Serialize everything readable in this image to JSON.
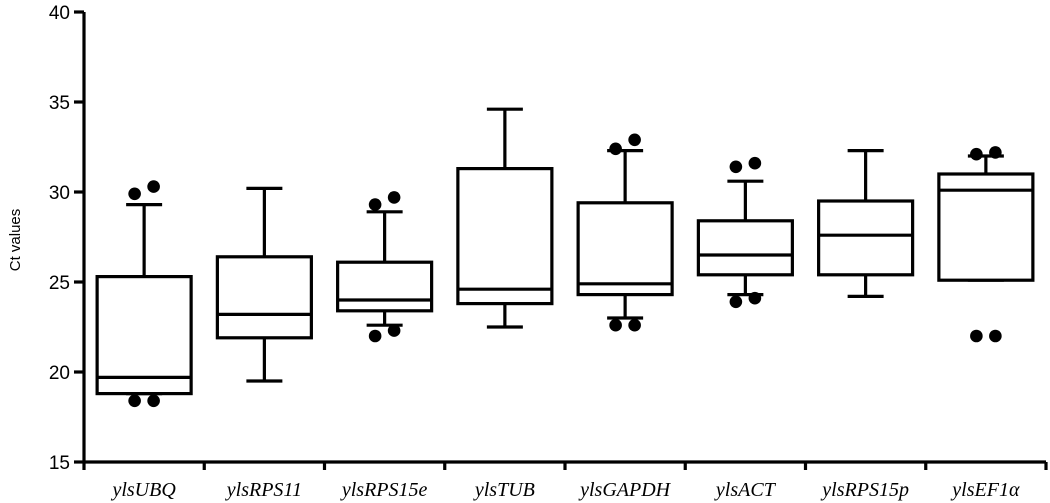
{
  "chart_data": {
    "type": "box",
    "title": "",
    "xlabel": "",
    "ylabel": "Ct values",
    "ylim": [
      15,
      40
    ],
    "yticks": [
      15,
      20,
      25,
      30,
      35,
      40
    ],
    "grid": false,
    "categories": [
      "ylsUBQ",
      "ylsRPS11",
      "ylsRPS15e",
      "ylsTUB",
      "ylsGAPDH",
      "ylsACT",
      "ylsRPS15p",
      "ylsEF1α"
    ],
    "boxes": [
      {
        "category": "ylsUBQ",
        "whisker_low": 18.8,
        "q1": 18.8,
        "median": 19.7,
        "q3": 25.3,
        "whisker_high": 29.3,
        "outliers": [
          18.4,
          18.4,
          29.9,
          30.3
        ]
      },
      {
        "category": "ylsRPS11",
        "whisker_low": 19.5,
        "q1": 21.9,
        "median": 23.2,
        "q3": 26.4,
        "whisker_high": 30.2,
        "outliers": []
      },
      {
        "category": "ylsRPS15e",
        "whisker_low": 22.6,
        "q1": 23.4,
        "median": 24.0,
        "q3": 26.1,
        "whisker_high": 28.9,
        "outliers": [
          22.0,
          22.3,
          29.3,
          29.7
        ]
      },
      {
        "category": "ylsTUB",
        "whisker_low": 22.5,
        "q1": 23.8,
        "median": 24.6,
        "q3": 31.3,
        "whisker_high": 34.6,
        "outliers": []
      },
      {
        "category": "ylsGAPDH",
        "whisker_low": 23.0,
        "q1": 24.3,
        "median": 24.9,
        "q3": 29.4,
        "whisker_high": 32.3,
        "outliers": [
          22.6,
          22.6,
          32.4,
          32.9
        ]
      },
      {
        "category": "ylsACT",
        "whisker_low": 24.3,
        "q1": 25.4,
        "median": 26.5,
        "q3": 28.4,
        "whisker_high": 30.6,
        "outliers": [
          23.9,
          24.1,
          31.4,
          31.6
        ]
      },
      {
        "category": "ylsRPS15p",
        "whisker_low": 24.2,
        "q1": 25.4,
        "median": 27.6,
        "q3": 29.5,
        "whisker_high": 32.3,
        "outliers": []
      },
      {
        "category": "ylsEF1α",
        "whisker_low": 25.1,
        "q1": 25.1,
        "median": 30.1,
        "q3": 31.0,
        "whisker_high": 32.0,
        "outliers": [
          22.0,
          22.0,
          32.1,
          32.2
        ]
      }
    ]
  }
}
